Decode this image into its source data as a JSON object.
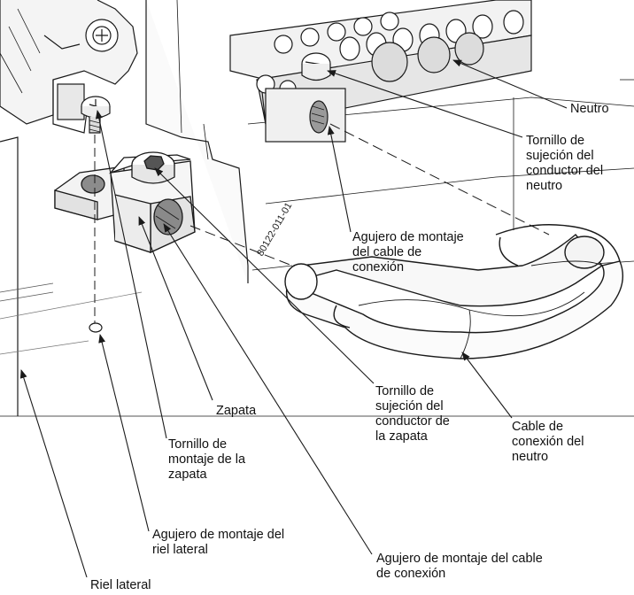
{
  "callouts": {
    "neutro": "Neutro",
    "tornillo_neutro": "Tornillo de\nsujeción del\nconductor del\nneutro",
    "agujero_cable_top": "Agujero de montaje\ndel cable de\nconexión",
    "zapata": "Zapata",
    "tornillo_zapata": "Tornillo de\nsujeción del\nconductor de\nla zapata",
    "cable_neutro": "Cable de\nconexión del\nneutro",
    "tornillo_montaje_zapata": "Tornillo de\nmontaje de la\nzapata",
    "agujero_riel": "Agujero de montaje del\nriel lateral",
    "agujero_cable_bottom": "Agujero de montaje del cable\nde conexión",
    "riel_lateral": "Riel lateral"
  },
  "part_marking": "80122-011-01",
  "colors": {
    "line": "#1a1a1a",
    "shade": "#8a8a8a",
    "light": "#d6d6d6",
    "paper": "#ffffff"
  }
}
